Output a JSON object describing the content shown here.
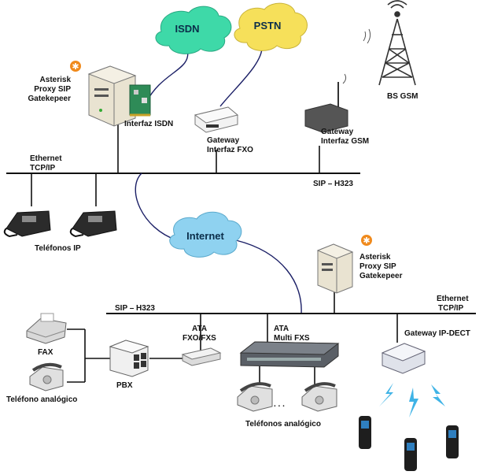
{
  "clouds": {
    "isdn": "ISDN",
    "pstn": "PSTN",
    "internet": "Internet"
  },
  "labels": {
    "asterisk_top": [
      "Asterisk",
      "Proxy SIP",
      "Gatekepeer"
    ],
    "interfaz_isdn": "Interfaz  ISDN",
    "gateway_fxo": [
      "Gateway",
      "Interfaz FXO"
    ],
    "gateway_gsm": [
      "Gateway",
      "Interfaz GSM"
    ],
    "bs_gsm": "BS GSM",
    "ethernet_top": [
      "Ethernet",
      "TCP/IP"
    ],
    "sip_h323_top": "SIP – H323",
    "telefonos_ip": "Teléfonos IP",
    "asterisk_mid": [
      "Asterisk",
      "Proxy SIP",
      "Gatekepeer"
    ],
    "sip_h323_mid": "SIP – H323",
    "ethernet_mid": [
      "Ethernet",
      "TCP/IP"
    ],
    "ata_fxo_fxs": [
      "ATA",
      "FXO/FXS"
    ],
    "ata_multi_fxs": [
      "ATA",
      "Multi FXS"
    ],
    "gateway_ip_dect": "Gateway IP-DECT",
    "fax": "FAX",
    "telefono_analogico": "Teléfono analógico",
    "pbx": "PBX",
    "telefonos_analogico": "Teléfonos analógico",
    "ellipsis": ". . ."
  },
  "colors": {
    "isdn_cloud": "#3ed9a8",
    "pstn_cloud": "#f6e05a",
    "internet_cloud": "#8fd2f0",
    "asterisk_logo": "#f08a1c",
    "wire": "#111111",
    "curve": "#1b1f66"
  }
}
